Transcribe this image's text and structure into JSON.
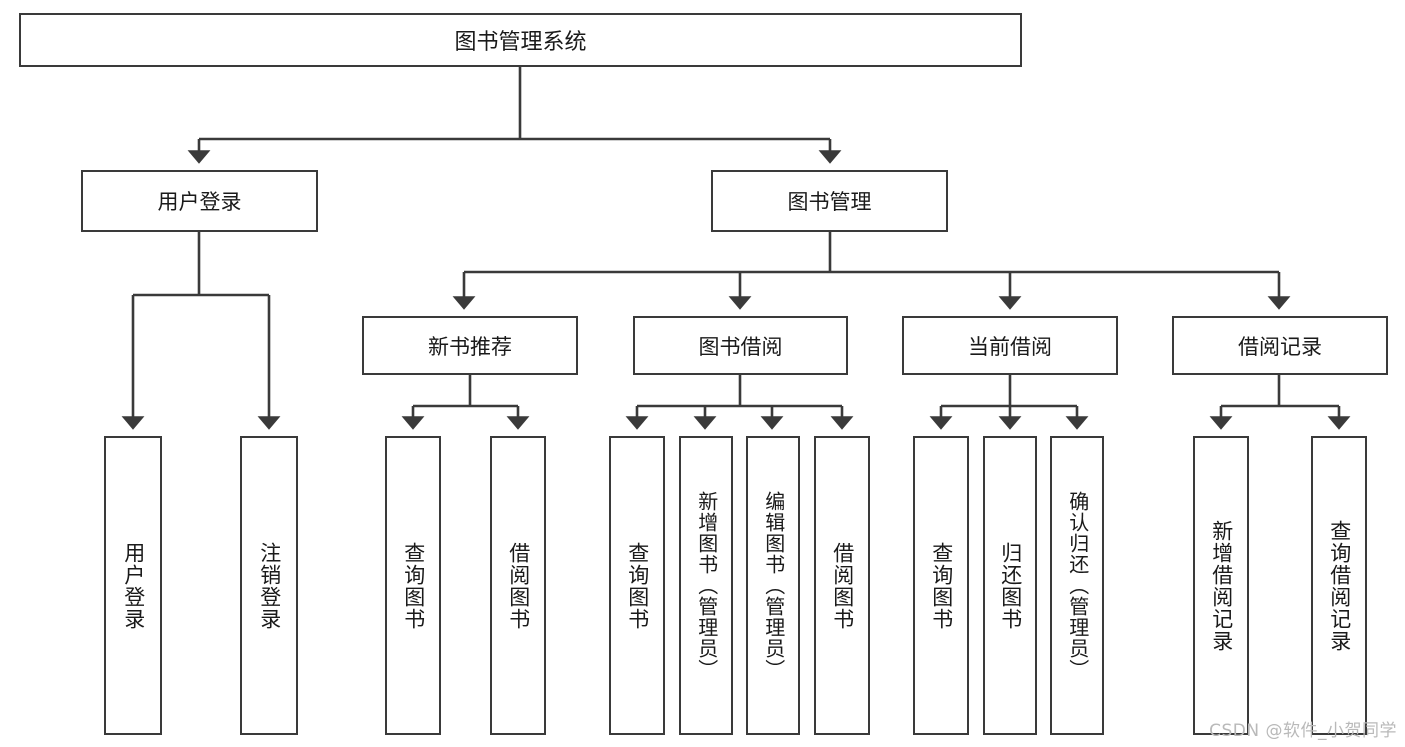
{
  "diagram": {
    "title": "图书管理系统",
    "watermark": "CSDN @软件_小贺同学",
    "stroke_color": "#3a3a3a",
    "text_color": "#1a1a1a",
    "background": "#ffffff",
    "watermark_color": "#b9b9b9"
  },
  "root": {
    "label": "图书管理系统"
  },
  "level2": [
    {
      "label": "用户登录"
    },
    {
      "label": "图书管理"
    }
  ],
  "level3": [
    {
      "label": "新书推荐"
    },
    {
      "label": "图书借阅"
    },
    {
      "label": "当前借阅"
    },
    {
      "label": "借阅记录"
    }
  ],
  "leaves": {
    "user_login": [
      {
        "label": "用户登录"
      },
      {
        "label": "注销登录"
      }
    ],
    "new_book_recommend": [
      {
        "label": "查询图书"
      },
      {
        "label": "借阅图书"
      }
    ],
    "book_borrow": [
      {
        "label": "查询图书"
      },
      {
        "label": "新增图书（管理员）"
      },
      {
        "label": "编辑图书（管理员）"
      },
      {
        "label": "借阅图书"
      }
    ],
    "current_borrow": [
      {
        "label": "查询图书"
      },
      {
        "label": "归还图书"
      },
      {
        "label": "确认归还（管理员）"
      }
    ],
    "borrow_record": [
      {
        "label": "新增借阅记录"
      },
      {
        "label": "查询借阅记录"
      }
    ]
  }
}
